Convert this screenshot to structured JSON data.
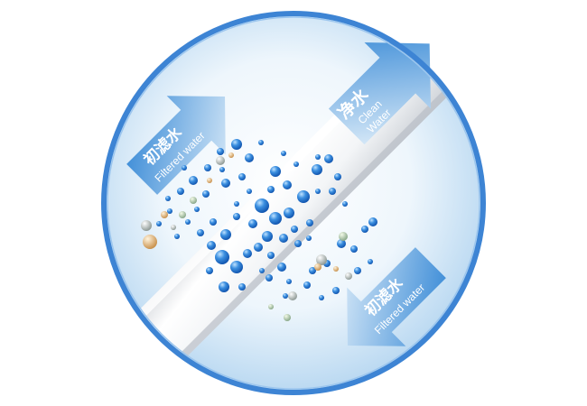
{
  "labels": {
    "filtered_top": {
      "cn": "初滤水",
      "en": "Filtered water"
    },
    "clean": {
      "cn": "净水",
      "en_line1": "Clean",
      "en_line2": "Water"
    },
    "filtered_bottom": {
      "cn": "初滤水",
      "en": "Filtered water"
    }
  },
  "colors": {
    "ring": "#3a7fd0",
    "ring_outer": "#2a6fc4",
    "background_center": "#ffffff",
    "background_edge": "#b9d9f2",
    "membrane_light": "#ffffff",
    "membrane_shadow": "#c8ccd2",
    "arrow_dark": "#2f86d6",
    "arrow_light": "#e9f4fc",
    "bubble_dark": "#1c67c4",
    "bubble_light": "#9fd0ff"
  }
}
